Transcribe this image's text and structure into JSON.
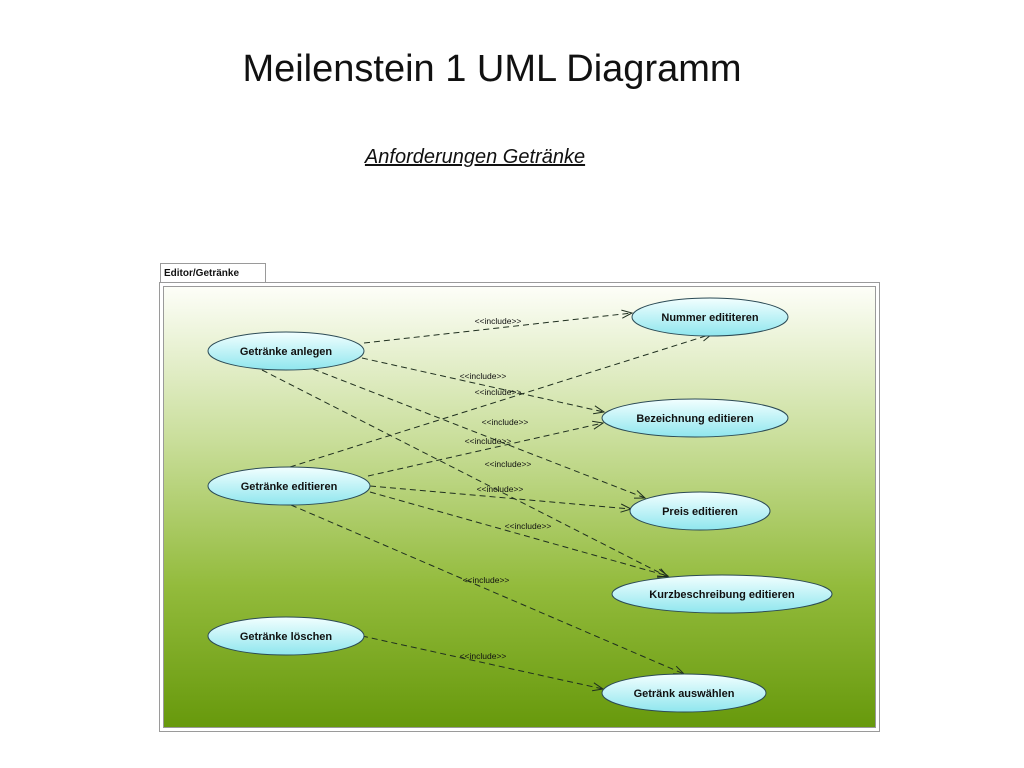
{
  "slide": {
    "title": "Meilenstein 1 UML Diagramm",
    "subtitle": "Anforderungen Getränke"
  },
  "frame": {
    "label": "Editor/Getränke"
  },
  "use_cases": [
    {
      "id": "anlegen",
      "label": "Getränke anlegen"
    },
    {
      "id": "editieren",
      "label": "Getränke editieren"
    },
    {
      "id": "loeschen",
      "label": "Getränke löschen"
    },
    {
      "id": "nummer",
      "label": "Nummer edititeren"
    },
    {
      "id": "bezeichnung",
      "label": "Bezeichnung editieren"
    },
    {
      "id": "preis",
      "label": "Preis editieren"
    },
    {
      "id": "kurz",
      "label": "Kurzbeschreibung editieren"
    },
    {
      "id": "auswahl",
      "label": "Getränk auswählen"
    }
  ],
  "relations": [
    {
      "from": "anlegen",
      "to": "nummer",
      "label": "<<include>>"
    },
    {
      "from": "anlegen",
      "to": "bezeichnung",
      "label": "<<include>>"
    },
    {
      "from": "anlegen",
      "to": "preis",
      "label": "<<include>>"
    },
    {
      "from": "anlegen",
      "to": "kurz",
      "label": "<<include>>"
    },
    {
      "from": "editieren",
      "to": "nummer",
      "label": "<<include>>"
    },
    {
      "from": "editieren",
      "to": "bezeichnung",
      "label": "<<include>>"
    },
    {
      "from": "editieren",
      "to": "preis",
      "label": "<<include>>"
    },
    {
      "from": "editieren",
      "to": "kurz",
      "label": "<<include>>"
    },
    {
      "from": "editieren",
      "to": "auswahl",
      "label": "<<include>>"
    },
    {
      "from": "loeschen",
      "to": "auswahl",
      "label": "<<include>>"
    }
  ],
  "colors": {
    "ellipse_top": "#f2ffff",
    "ellipse_bottom": "#8fe6ee",
    "background_top": "#fdfef8",
    "background_bottom": "#67990c"
  }
}
